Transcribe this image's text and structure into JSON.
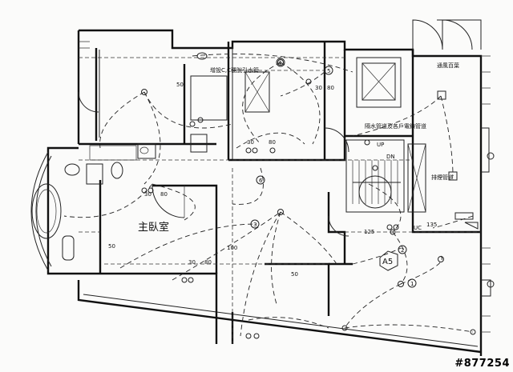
{
  "labels": {
    "bedroom": "主臥室",
    "vent_shaft": "通風百葉",
    "pipe_note_top": "增設C,C穩脫引水管",
    "pipe_note_mid": "隔水管道及各戶電錶管道",
    "drain_shaft": "排煙管道",
    "unit": "A5",
    "up": "UP",
    "dn": "DN",
    "uc": "UC"
  },
  "dims": {
    "d30": "30",
    "d50": "50",
    "d80": "80",
    "d100": "100",
    "d125": "125",
    "d135": "135"
  },
  "circuits": {
    "c1": "1",
    "c2": "2",
    "c3": "3",
    "c4": "4",
    "c5": "5",
    "c6": "6"
  },
  "stamp": "#877254"
}
